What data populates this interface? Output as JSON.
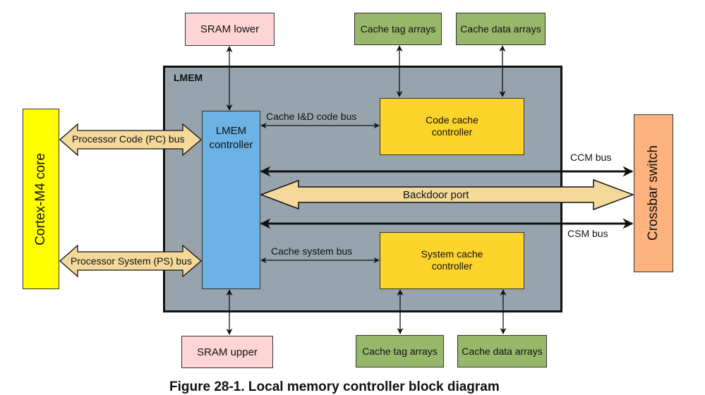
{
  "diagram": {
    "lmem_label": "LMEM",
    "lmem_controller": "LMEM controller",
    "cortex": "Cortex-M4 core",
    "crossbar": "Crossbar switch",
    "sram_lower": "SRAM lower",
    "sram_upper": "SRAM upper",
    "top_tag": "Cache tag arrays",
    "top_data": "Cache data arrays",
    "bottom_tag": "Cache tag arrays",
    "bottom_data": "Cache data arrays",
    "code_cache": "Code cache controller",
    "system_cache": "System cache controller",
    "pc_bus": "Processor Code (PC) bus",
    "ps_bus": "Processor System (PS) bus",
    "cache_code_bus": "Cache I&D code bus",
    "cache_system_bus": "Cache system bus",
    "ccm_bus": "CCM bus",
    "backdoor": "Backdoor port",
    "csm_bus": "CSM bus",
    "caption": "Figure 28-1. Local memory controller block diagram"
  }
}
